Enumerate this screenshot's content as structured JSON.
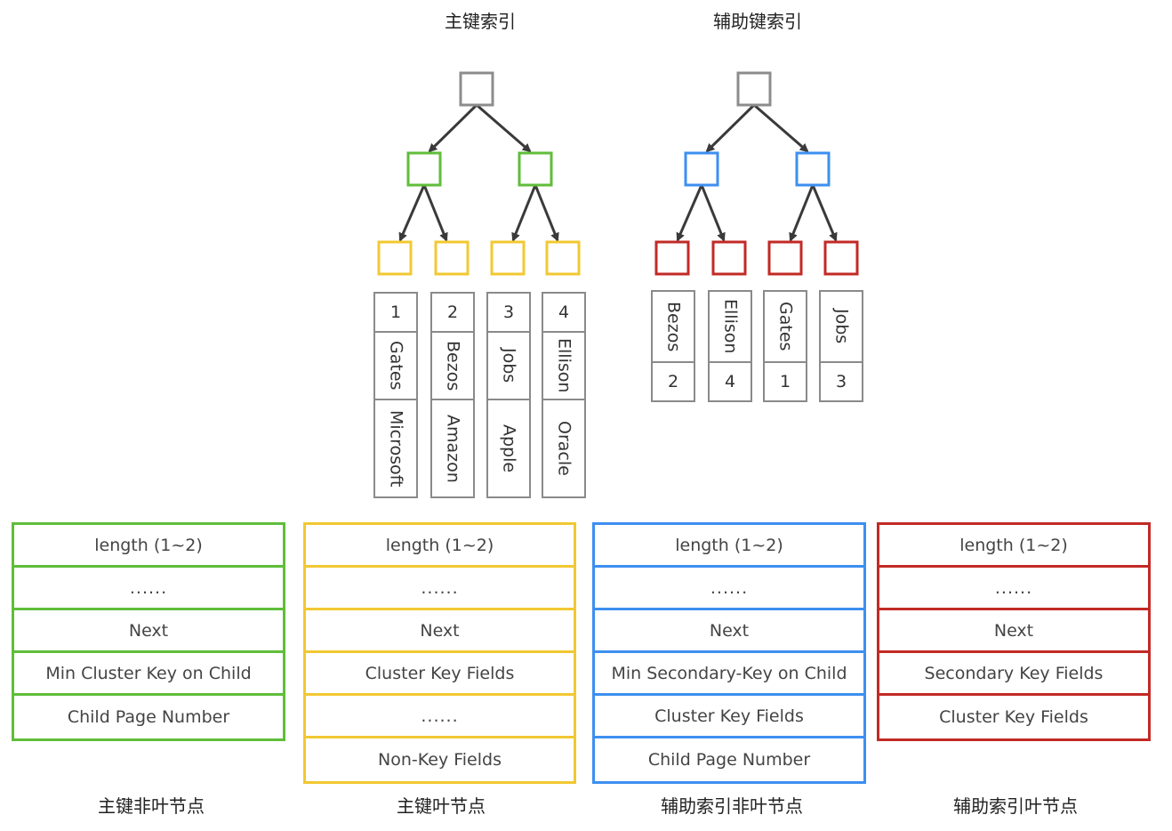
{
  "titles": {
    "primary_index": "主键索引",
    "secondary_index": "辅助键索引"
  },
  "colors": {
    "root": "#8c8c8c",
    "primary_internal": "#5fbd3a",
    "primary_leaf": "#f2c832",
    "secondary_internal": "#3d8ff0",
    "secondary_leaf": "#c22a25",
    "arrow": "#3a3a3a",
    "record_border": "#8a8a8a"
  },
  "primary_records": [
    {
      "id": "1",
      "name": "Gates",
      "company": "Microsoft"
    },
    {
      "id": "2",
      "name": "Bezos",
      "company": "Amazon"
    },
    {
      "id": "3",
      "name": "Jobs",
      "company": "Apple"
    },
    {
      "id": "4",
      "name": "Ellison",
      "company": "Oracle"
    }
  ],
  "secondary_records": [
    {
      "name": "Bezos",
      "id": "2"
    },
    {
      "name": "Ellison",
      "id": "4"
    },
    {
      "name": "Gates",
      "id": "1"
    },
    {
      "name": "Jobs",
      "id": "3"
    }
  ],
  "node_formats": [
    {
      "color": "#5fbd3a",
      "caption": "主键非叶节点",
      "rows": [
        "length (1~2)",
        "......",
        "Next",
        "Min Cluster Key on Child",
        "Child Page Number"
      ]
    },
    {
      "color": "#f2c832",
      "caption": "主键叶节点",
      "rows": [
        "length (1~2)",
        "......",
        "Next",
        "Cluster Key Fields",
        "......",
        "Non-Key Fields"
      ]
    },
    {
      "color": "#3d8ff0",
      "caption": "辅助索引非叶节点",
      "rows": [
        "length (1~2)",
        "......",
        "Next",
        "Min Secondary-Key on Child",
        "Cluster Key Fields",
        "Child Page Number"
      ]
    },
    {
      "color": "#c22a25",
      "caption": "辅助索引叶节点",
      "rows": [
        "length (1~2)",
        "......",
        "Next",
        "Secondary Key Fields",
        "Cluster Key Fields"
      ]
    }
  ]
}
